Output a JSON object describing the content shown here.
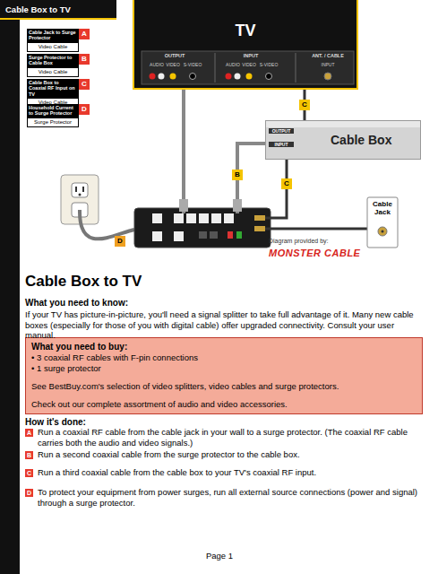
{
  "diagram": {
    "title": "Cable Box to TV",
    "nodes": [
      {
        "text": [
          "Cable Jack to Surge Protector",
          "Video Cable"
        ]
      },
      {
        "text": [
          "Surge Protector to Cable Box",
          "Video Cable"
        ]
      },
      {
        "text": [
          "Cable Box to Coaxial RF Input on TV",
          "Video Cable"
        ]
      },
      {
        "text": [
          "Household Current to Surge Protector",
          "Surge Protector"
        ]
      },
      {
        "text": [
          "TV"
        ]
      },
      {
        "text": [
          "Cable Box"
        ]
      },
      {
        "text": [
          "Cable Jack"
        ]
      },
      {
        "text": [
          "What you need to buy:",
          "• 3 coaxial RF cables with F-pin connections",
          "• 1 surge protector",
          "See BestBuy.com's selection of video splitters, video cables and surge protectors.",
          "Check out our complete assortment of audio and video accessories."
        ]
      }
    ],
    "edges": [
      {
        "from": 5,
        "to": 4,
        "label": "C",
        "arrow": "none"
      }
    ],
    "labels": [
      "Cable Box to TV",
      "A",
      "B",
      "C",
      "D",
      "OUTPUT",
      "AUDIO",
      "VIDEO",
      "S-VIDEO",
      "INPUT",
      "AUDIO",
      "VIDEO",
      "S-VIDEO",
      "ANT. / CABLE",
      "INPUT",
      "OUTPUT",
      "INPUT",
      "B",
      "C",
      "D",
      "Diagram provided by:",
      "MONSTER CABLE",
      "What you need to know:",
      "If your TV has picture-in-picture, you'll need a signal splitter to take full advantage of it. Many new cable boxes (especially for those of you with digital cable) offer upgraded connectivity. Consult your user manual.",
      "How it's done:",
      "A",
      "Run a coaxial RF cable from the cable jack in your wall to a surge protector. (The coaxial RF cable carries both the audio and video signals.)",
      "B",
      "Run a second coaxial cable from the surge protector to the cable box.",
      "C",
      "Run a third coaxial cable from the cable box to your TV's coaxial RF input.",
      "D",
      "To protect your equipment from power surges, run all external source connections (power and signal) through a surge protector.",
      "Page 1"
    ]
  }
}
